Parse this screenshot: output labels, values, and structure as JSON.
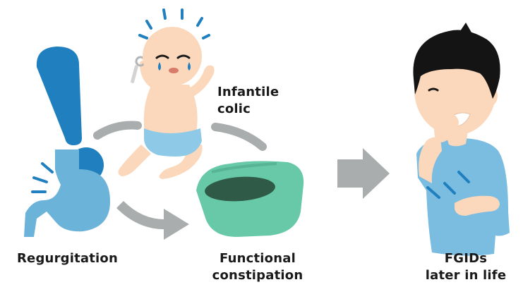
{
  "labels": {
    "regurgitation": "Regurgitation",
    "infantile_colic_1": "Infantile",
    "infantile_colic_2": "colic",
    "functional_constipation_1": "Functional",
    "functional_constipation_2": "constipation",
    "fgids_1": "FGIDs",
    "fgids_2": "later in life"
  },
  "colors": {
    "exclamation_blue": "#1f7fbf",
    "stomach_blue": "#6cb3da",
    "arrow_gray": "#a9adad",
    "potty_green": "#68c9a8",
    "potty_dark": "#2f5a48",
    "skin": "#fbd8bb",
    "diaper_blue": "#8fc9e8",
    "hair_black": "#141414",
    "shirt_blue": "#7bbde0",
    "tear_blue": "#1f7fbf"
  },
  "icons": [
    "exclamation-icon",
    "stomach-icon",
    "crying-baby-illustration",
    "potty-icon",
    "boy-stomachache-illustration",
    "arrow-icon"
  ]
}
